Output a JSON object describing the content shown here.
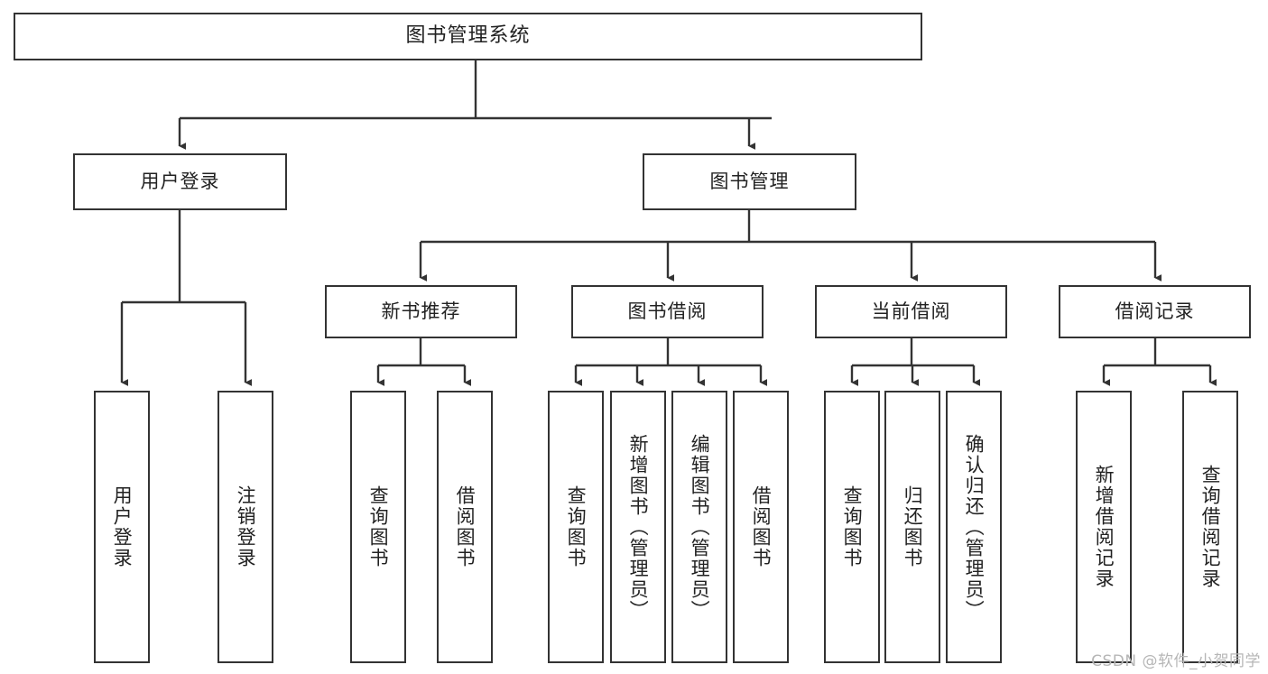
{
  "diagram": {
    "title": "图书管理系统",
    "type": "tree-hierarchy-chart",
    "root": {
      "label": "图书管理系统"
    },
    "level1": [
      {
        "label": "用户登录"
      },
      {
        "label": "图书管理"
      }
    ],
    "level2": [
      {
        "label": "新书推荐"
      },
      {
        "label": "图书借阅"
      },
      {
        "label": "当前借阅"
      },
      {
        "label": "借阅记录"
      }
    ],
    "leaves": {
      "user_login": [
        {
          "label": "用户登录"
        },
        {
          "label": "注销登录"
        }
      ],
      "new_book_recommend": [
        {
          "label": "查询图书"
        },
        {
          "label": "借阅图书"
        }
      ],
      "book_borrow": [
        {
          "label": "查询图书"
        },
        {
          "label": "新增图书（管理员）"
        },
        {
          "label": "编辑图书（管理员）"
        },
        {
          "label": "借阅图书"
        }
      ],
      "current_borrow": [
        {
          "label": "查询图书"
        },
        {
          "label": "归还图书"
        },
        {
          "label": "确认归还（管理员）"
        }
      ],
      "borrow_record": [
        {
          "label": "新增借阅记录"
        },
        {
          "label": "查询借阅记录"
        }
      ]
    }
  },
  "watermark": {
    "text": "CSDN @软件_小贺同学"
  },
  "colors": {
    "stroke": "#333333",
    "background": "#ffffff",
    "text": "#222222",
    "watermark": "#b6b6b6"
  }
}
